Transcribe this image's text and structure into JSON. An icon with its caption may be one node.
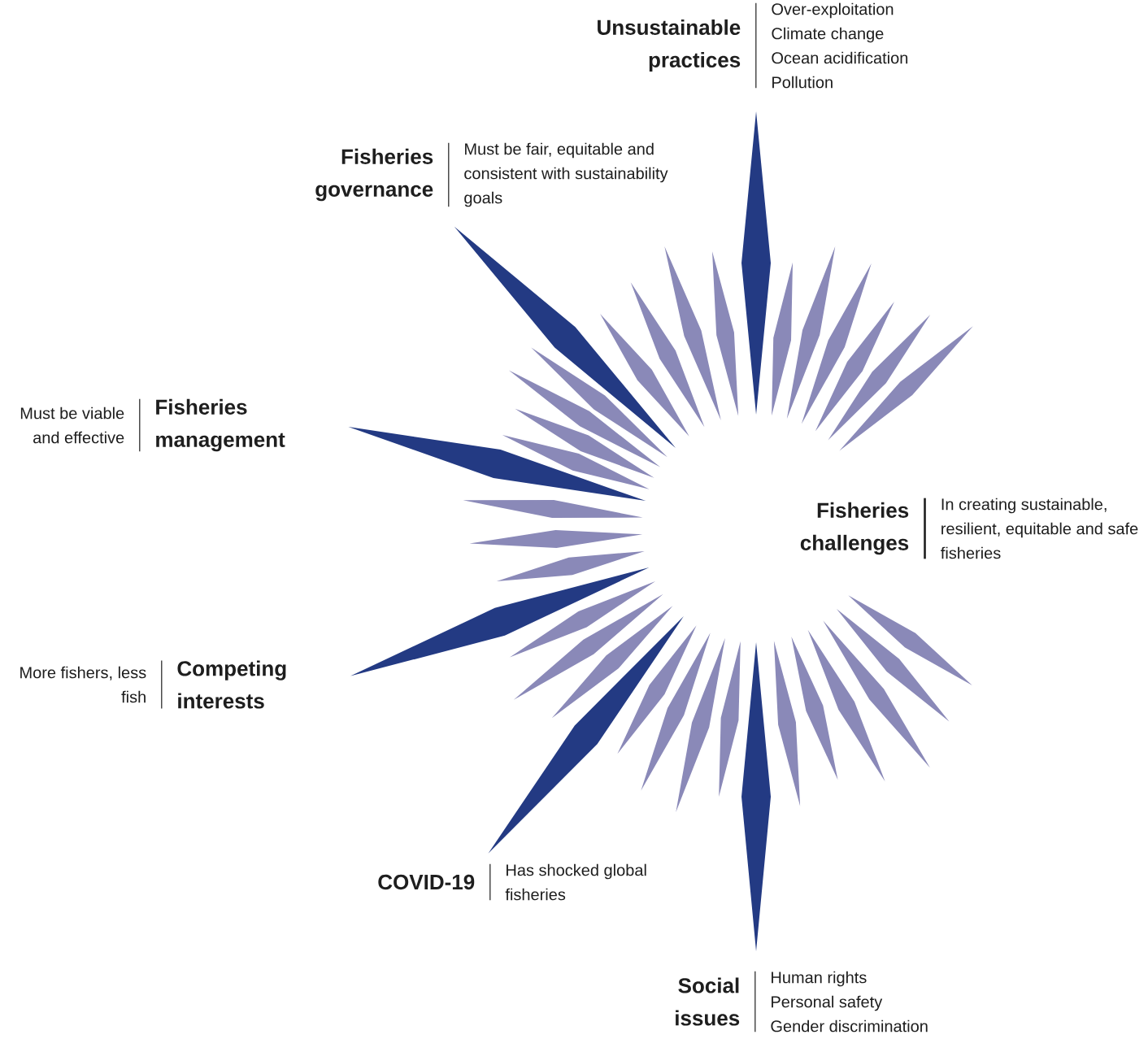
{
  "diagram": {
    "nodes": [
      {
        "text": [
          "Unsustainable practices",
          "Over-exploitation",
          "Climate change",
          "Ocean acidification",
          "Pollution"
        ]
      },
      {
        "text": [
          "Fisheries governance",
          "Must be fair, equitable and consistent with sustainability goals"
        ]
      },
      {
        "text": [
          "Must be viable and effective",
          "Fisheries management"
        ]
      },
      {
        "text": [
          "Fisheries challenges",
          "In creating sustainable, resilient, equitable and safe fisheries"
        ]
      },
      {
        "text": [
          "More fishers, less fish",
          "Competing interests"
        ]
      },
      {
        "text": [
          "COVID-19",
          "Has shocked global fisheries"
        ]
      },
      {
        "text": [
          "Social issues",
          "Human rights",
          "Personal safety",
          "Gender discrimination"
        ]
      }
    ]
  }
}
